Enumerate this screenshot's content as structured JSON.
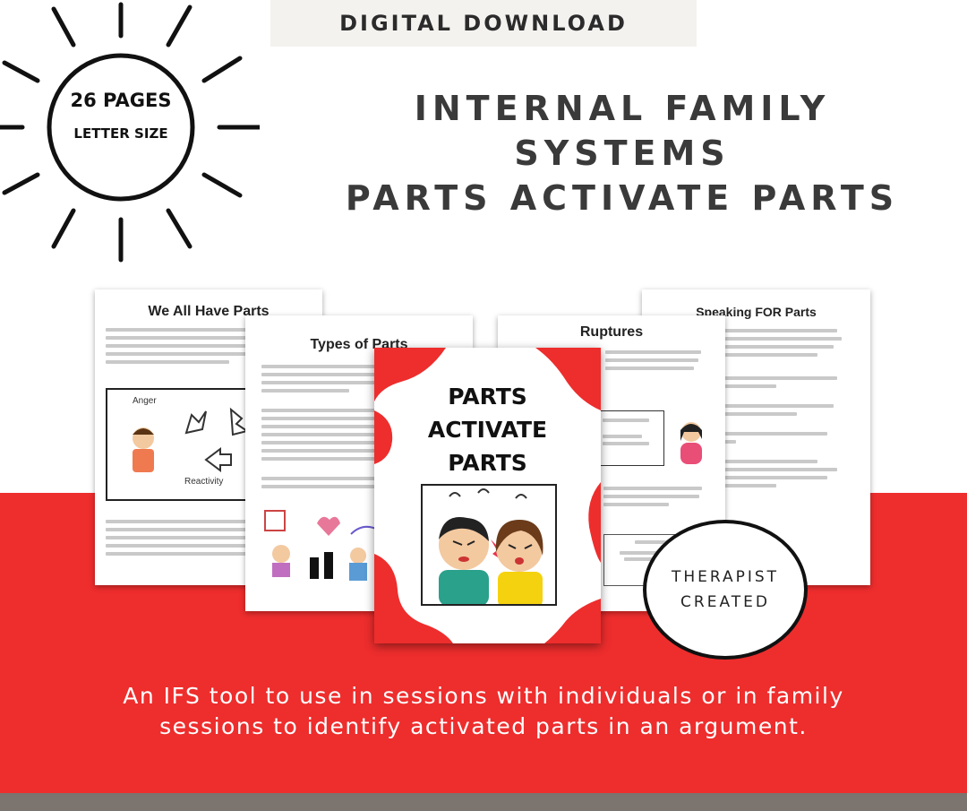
{
  "banner": {
    "label": "DIGITAL DOWNLOAD"
  },
  "sun_badge": {
    "pages": "26 PAGES",
    "size": "LETTER SIZE"
  },
  "title": {
    "line1": "INTERNAL FAMILY",
    "line2": "SYSTEMS",
    "line3": "PARTS ACTIVATE PARTS"
  },
  "pages": [
    {
      "title": "We All Have Parts",
      "label1": "Anger",
      "label2": "Reactivity"
    },
    {
      "title": "Types of Parts"
    },
    {
      "title": "Ruptures"
    },
    {
      "title": "Speaking FOR Parts"
    }
  ],
  "cover": {
    "line1": "PARTS",
    "line2": "ACTIVATE",
    "line3": "PARTS"
  },
  "therapist_badge": {
    "line1": "THERAPIST",
    "line2": "CREATED"
  },
  "tagline": {
    "line1": "An IFS tool to use in sessions with individuals or in family",
    "line2": "sessions to identify activated parts in an argument."
  },
  "colors": {
    "accent_red": "#ee2d2d",
    "footer_gray": "#7c746e",
    "title_gray": "#3a3a3a"
  }
}
